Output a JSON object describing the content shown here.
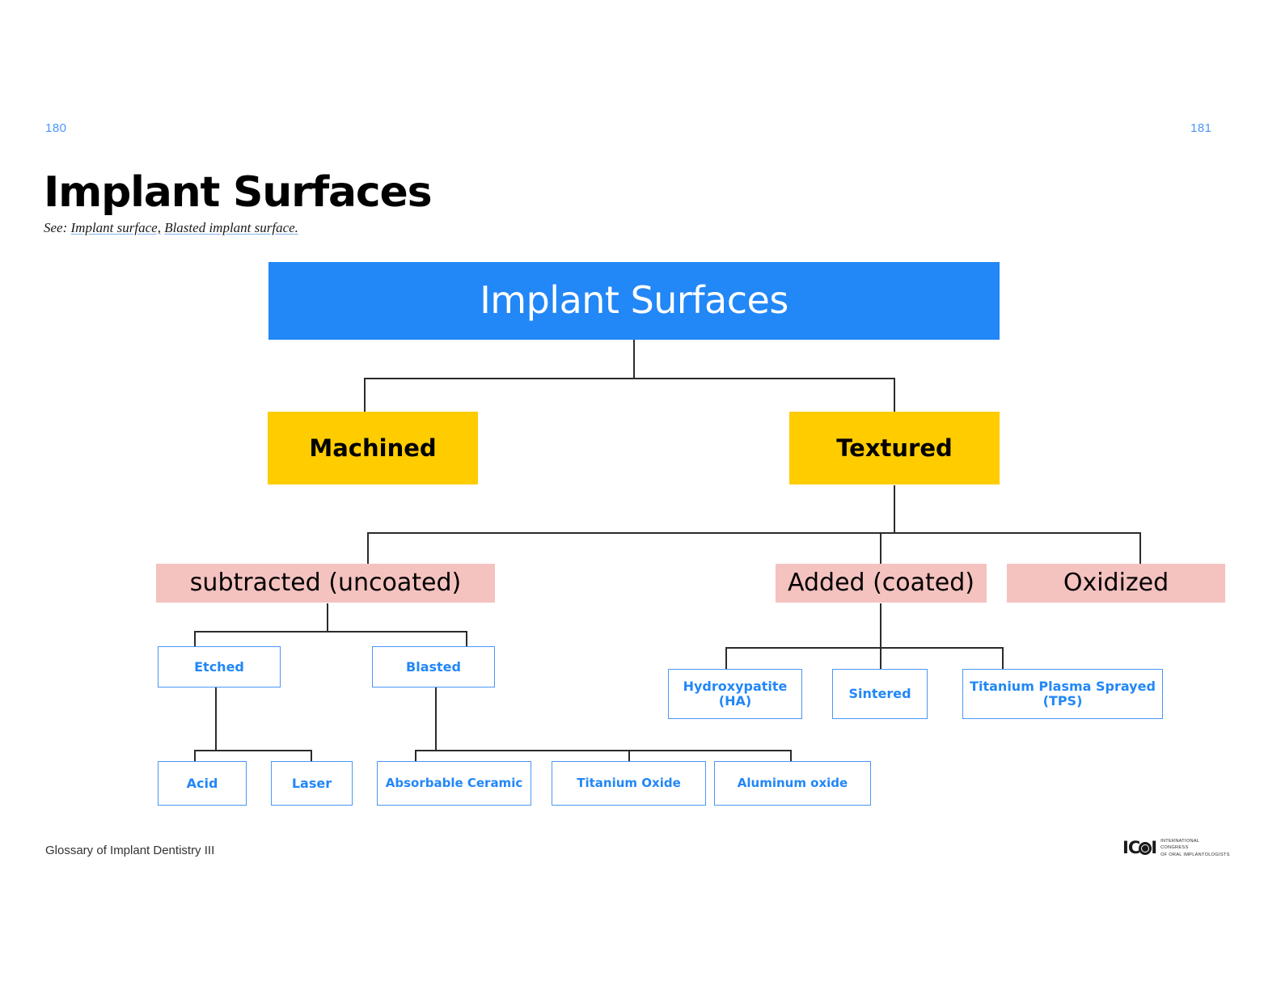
{
  "document": {
    "page_number_left": "180",
    "page_number_right": "181",
    "title": "Implant Surfaces",
    "see_label": "See:",
    "see_refs": [
      "Implant surface,",
      "Blasted implant surface."
    ],
    "footer": "Glossary of Implant Dentistry III",
    "logo": {
      "mark_left": "IC",
      "mark_right": "I",
      "line1": "INTERNATIONAL",
      "line2": "CONGRESS",
      "line3": "OF ORAL IMPLANTOLOGISTS"
    }
  },
  "colors": {
    "root_blue": "#2287f7",
    "level2_yellow": "#ffcc00",
    "level3_pink": "#f4c2bf",
    "leaf_border_blue": "#4a97f7",
    "leaf_text_blue": "#2287f7",
    "connector": "#2b2b2b",
    "page_number": "#4a97f7"
  },
  "chart_data": {
    "type": "diagram",
    "title": "Implant Surfaces",
    "layout": "top-down hierarchy tree",
    "levels": 5,
    "nodes": [
      {
        "id": "root",
        "label": "Implant Surfaces",
        "level": 0,
        "style": "blue-filled"
      },
      {
        "id": "machined",
        "label": "Machined",
        "level": 1,
        "style": "yellow-filled"
      },
      {
        "id": "textured",
        "label": "Textured",
        "level": 1,
        "style": "yellow-filled"
      },
      {
        "id": "subtracted",
        "label": "subtracted (uncoated)",
        "level": 2,
        "style": "pink-filled"
      },
      {
        "id": "added",
        "label": "Added (coated)",
        "level": 2,
        "style": "pink-filled"
      },
      {
        "id": "oxidized",
        "label": "Oxidized",
        "level": 2,
        "style": "pink-filled"
      },
      {
        "id": "etched",
        "label": "Etched",
        "level": 3,
        "style": "blue-outline"
      },
      {
        "id": "blasted",
        "label": "Blasted",
        "level": 3,
        "style": "blue-outline"
      },
      {
        "id": "ha",
        "label": "Hydroxypatite\n(HA)",
        "level": 3,
        "style": "blue-outline"
      },
      {
        "id": "sintered",
        "label": "Sintered",
        "level": 3,
        "style": "blue-outline"
      },
      {
        "id": "tps",
        "label": "Titanium Plasma Sprayed\n(TPS)",
        "level": 3,
        "style": "blue-outline"
      },
      {
        "id": "acid",
        "label": "Acid",
        "level": 4,
        "style": "blue-outline"
      },
      {
        "id": "laser",
        "label": "Laser",
        "level": 4,
        "style": "blue-outline"
      },
      {
        "id": "absceramic",
        "label": "Absorbable Ceramic",
        "level": 4,
        "style": "blue-outline"
      },
      {
        "id": "tioxide",
        "label": "Titanium Oxide",
        "level": 4,
        "style": "blue-outline"
      },
      {
        "id": "aloxide",
        "label": "Aluminum oxide",
        "level": 4,
        "style": "blue-outline"
      }
    ],
    "edges": [
      {
        "from": "root",
        "to": "machined"
      },
      {
        "from": "root",
        "to": "textured"
      },
      {
        "from": "textured",
        "to": "subtracted"
      },
      {
        "from": "textured",
        "to": "added"
      },
      {
        "from": "textured",
        "to": "oxidized"
      },
      {
        "from": "subtracted",
        "to": "etched"
      },
      {
        "from": "subtracted",
        "to": "blasted"
      },
      {
        "from": "added",
        "to": "ha"
      },
      {
        "from": "added",
        "to": "sintered"
      },
      {
        "from": "added",
        "to": "tps"
      },
      {
        "from": "etched",
        "to": "acid"
      },
      {
        "from": "etched",
        "to": "laser"
      },
      {
        "from": "blasted",
        "to": "absceramic"
      },
      {
        "from": "blasted",
        "to": "tioxide"
      },
      {
        "from": "blasted",
        "to": "aloxide"
      }
    ]
  },
  "tree": {
    "root": "Implant Surfaces",
    "machined": "Machined",
    "textured": "Textured",
    "subtracted": "subtracted (uncoated)",
    "added": "Added (coated)",
    "oxidized": "Oxidized",
    "etched": "Etched",
    "blasted": "Blasted",
    "ha_line1": "Hydroxypatite",
    "ha_line2": "(HA)",
    "sintered": "Sintered",
    "tps_line1": "Titanium Plasma Sprayed",
    "tps_line2": "(TPS)",
    "acid": "Acid",
    "laser": "Laser",
    "absorbable_ceramic": "Absorbable Ceramic",
    "titanium_oxide": "Titanium Oxide",
    "aluminum_oxide": "Aluminum oxide"
  }
}
